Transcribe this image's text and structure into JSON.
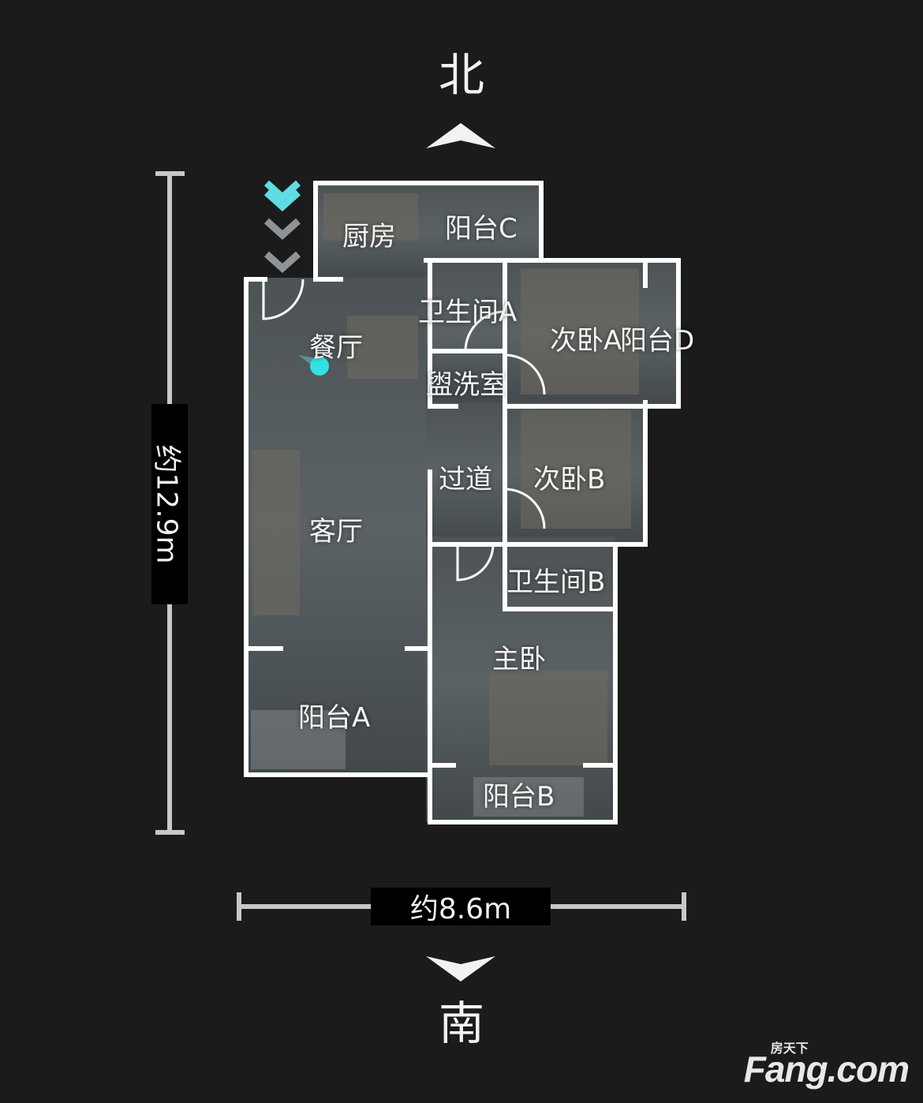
{
  "compass": {
    "north": "北",
    "south": "南"
  },
  "dimensions": {
    "depth": "约12.9m",
    "width": "约8.6m"
  },
  "rooms": [
    {
      "id": "kitchen",
      "label": "厨房"
    },
    {
      "id": "balcony-c",
      "label": "阳台C"
    },
    {
      "id": "bathroom-a",
      "label": "卫生间A"
    },
    {
      "id": "second-bedroom-a",
      "label": "次卧A"
    },
    {
      "id": "balcony-d",
      "label": "阳台D"
    },
    {
      "id": "dining-room",
      "label": "餐厅"
    },
    {
      "id": "washroom",
      "label": "盥洗室"
    },
    {
      "id": "hallway",
      "label": "过道"
    },
    {
      "id": "second-bedroom-b",
      "label": "次卧B"
    },
    {
      "id": "living-room",
      "label": "客厅"
    },
    {
      "id": "bathroom-b",
      "label": "卫生间B"
    },
    {
      "id": "master-bedroom",
      "label": "主卧"
    },
    {
      "id": "balcony-a",
      "label": "阳台A"
    },
    {
      "id": "balcony-b",
      "label": "阳台B"
    }
  ],
  "watermark": {
    "brand": "Fang.com",
    "brand_cn": "房天下"
  },
  "colors": {
    "background": "#1b1b1b",
    "wall": "#ffffff",
    "floor": "#4a4f51",
    "marker": "#33e0e6",
    "dimension_line": "#c8c8c8"
  },
  "icons": [
    "north-arrow-icon",
    "south-arrow-icon",
    "entrance-chevron-icon",
    "location-marker-icon",
    "door-swing-icon"
  ]
}
